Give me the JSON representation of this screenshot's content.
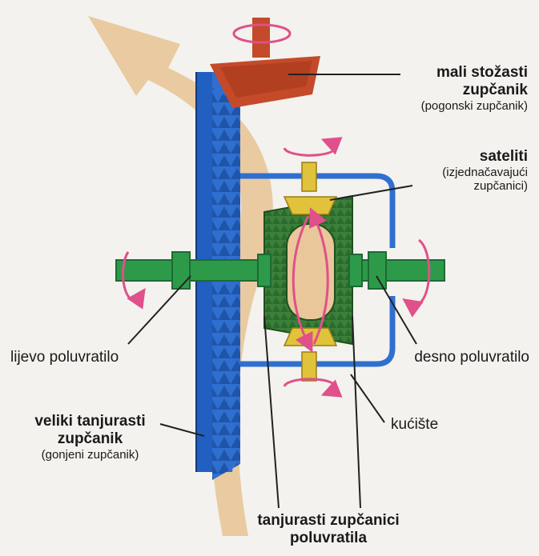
{
  "colors": {
    "background": "#f3f2ee",
    "torque_arrow": "#e9c79a",
    "ring_gear": "#2f6fd0",
    "pinion": "#c44a2a",
    "axle": "#2d9a4a",
    "side_gears": "#3c7f3a",
    "satellites": "#e0c33a",
    "rotation_arrows": "#e0508a",
    "leader_lines": "#222222"
  },
  "labels": {
    "pinion": {
      "line1": "mali stožasti",
      "line2": "zupčanik",
      "sub": "(pogonski zupčanik)"
    },
    "satellites": {
      "line1": "sateliti",
      "sub1": "(izjednačavajući",
      "sub2": "zupčanici)"
    },
    "left_half_shaft": "lijevo poluvratilo",
    "right_half_shaft": "desno poluvratilo",
    "housing": "kućište",
    "ring_gear": {
      "line1": "veliki tanjurasti",
      "line2": "zupčanik",
      "sub": "(gonjeni zupčanik)"
    },
    "side_gears": {
      "line1": "tanjurasti zupčanici",
      "line2": "poluvratila"
    }
  }
}
